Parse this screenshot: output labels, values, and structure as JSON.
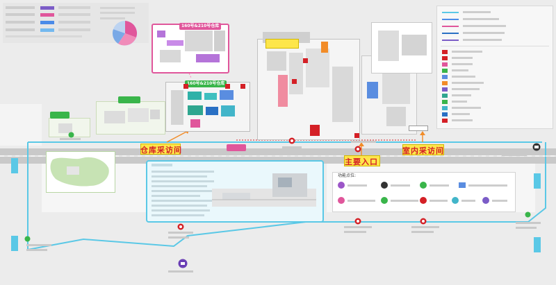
{
  "map": {
    "park_name": "",
    "building_labels": {
      "park_top": "160号&210号仓库",
      "park_mid": "160号&210号仓库"
    },
    "callouts": {
      "warehouse_visit": "仓库采访间",
      "main_entrance": "主要入口",
      "indoor_visit": "室内采访间"
    },
    "bus_stops": [],
    "metro_stations": []
  },
  "legend": {
    "items": []
  },
  "function_panel": {
    "title": "功能点位:",
    "rows": [
      []
    ]
  },
  "colors": {
    "route_cyan": "#5ac8e6",
    "legend_bg": "#f7f7f7",
    "warehouse_pink": "#e0569b",
    "green_zone": "#39b54a",
    "callout_red": "#d42026",
    "callout_yellow": "#fde64b",
    "panel_bg": "#e3f5fb",
    "road_gray": "#cfcfcf"
  },
  "icons": {
    "metro": "metro-station-icon",
    "bus": "bus-stop-icon",
    "parking": "parking-icon",
    "info": "info-icon",
    "map_pin": "map-pin-icon"
  }
}
